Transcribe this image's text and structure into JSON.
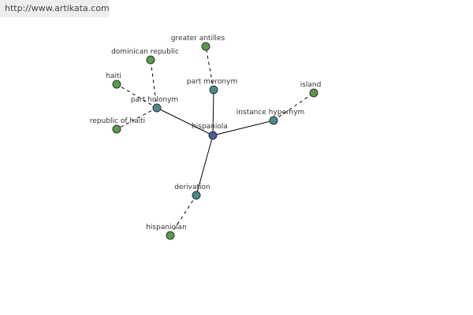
{
  "banner": {
    "url_text": "http://www.artikata.com"
  },
  "colors": {
    "center_node": "#4a5a9a",
    "relation_node": "#4a8a8a",
    "leaf_node": "#5a9a4a"
  },
  "graph": {
    "center": {
      "id": "hispaniola",
      "label": "hispaniola",
      "type": "center"
    },
    "relations": [
      {
        "id": "part_holonym",
        "label": "part holonym",
        "type": "relation"
      },
      {
        "id": "part_meronym",
        "label": "part meronym",
        "type": "relation"
      },
      {
        "id": "instance_hypernym",
        "label": "instance hypernym",
        "type": "relation"
      },
      {
        "id": "derivation",
        "label": "derivation",
        "type": "relation"
      }
    ],
    "leaves": [
      {
        "id": "dominican_republic",
        "label": "dominican republic",
        "type": "leaf",
        "parent": "part_holonym"
      },
      {
        "id": "haiti",
        "label": "haiti",
        "type": "leaf",
        "parent": "part_holonym"
      },
      {
        "id": "republic_of_haiti",
        "label": "republic of haiti",
        "type": "leaf",
        "parent": "part_holonym"
      },
      {
        "id": "greater_antilles",
        "label": "greater antilles",
        "type": "leaf",
        "parent": "part_meronym"
      },
      {
        "id": "island",
        "label": "island",
        "type": "leaf",
        "parent": "instance_hypernym"
      },
      {
        "id": "hispaniolan",
        "label": "hispaniolan",
        "type": "leaf",
        "parent": "derivation"
      }
    ]
  }
}
